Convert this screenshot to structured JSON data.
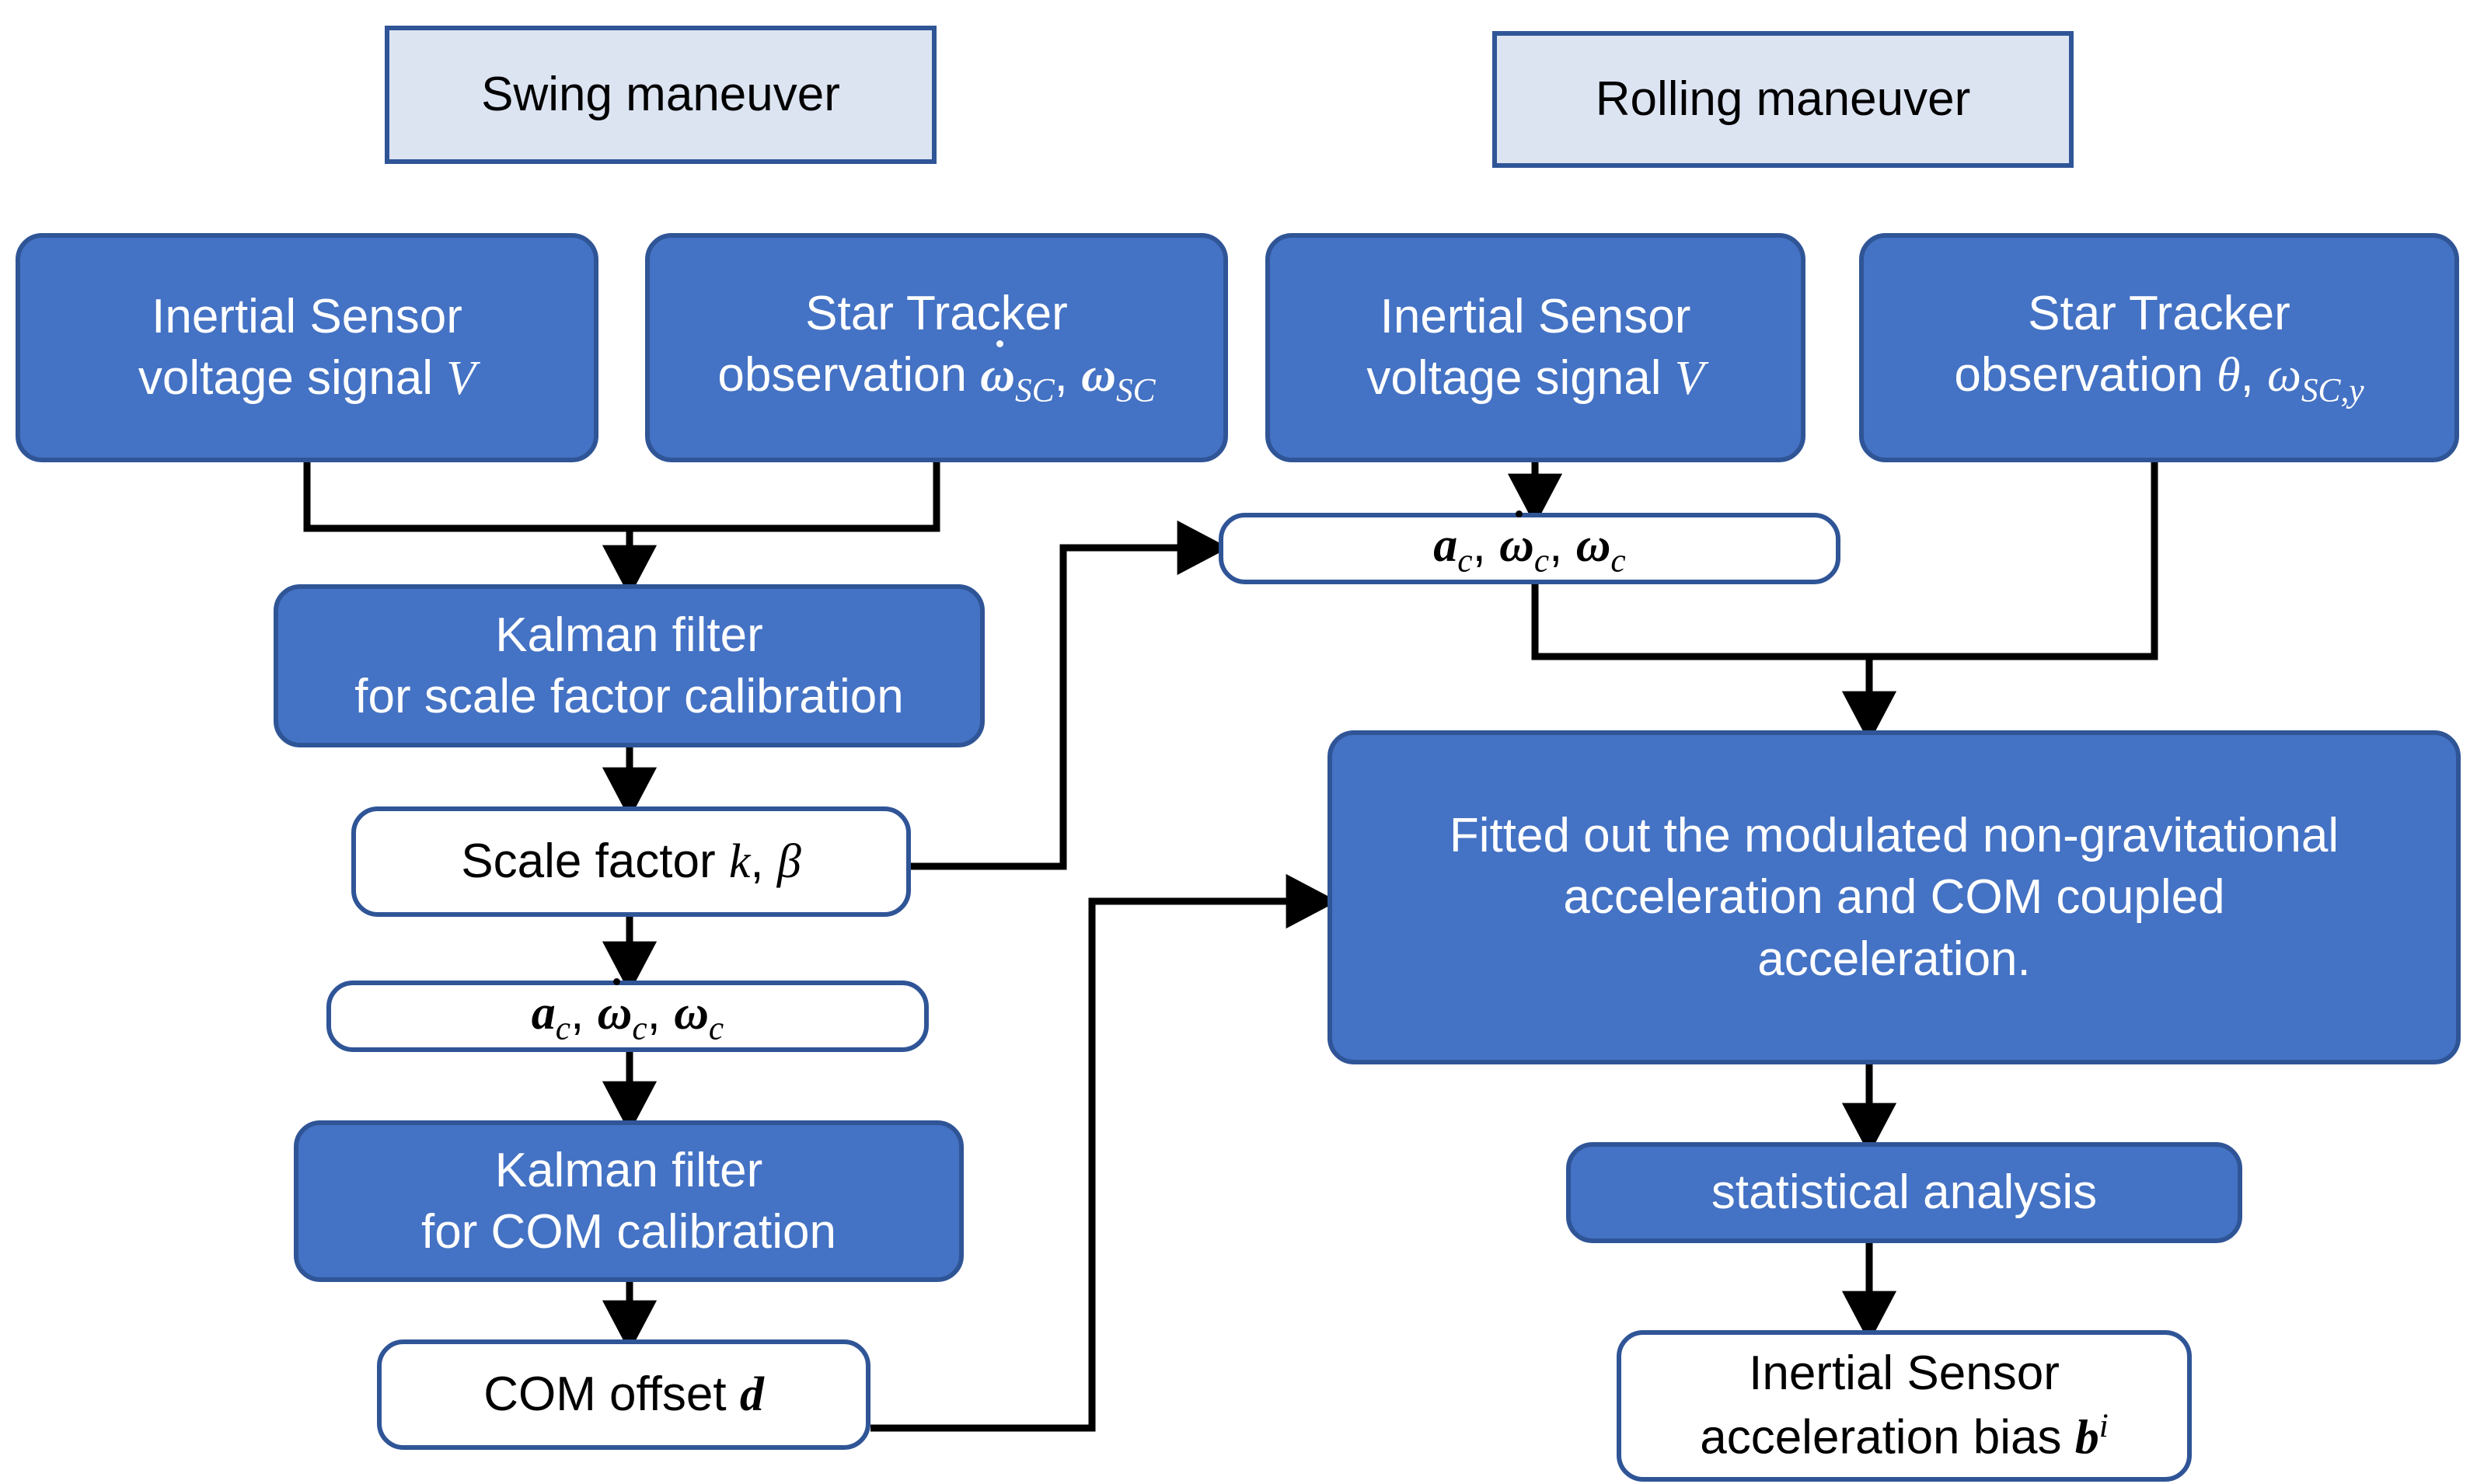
{
  "diagram": {
    "title": "Inertial sensor calibration flowchart",
    "colors": {
      "process_fill": "#4472C4",
      "header_fill": "#DCE4F2",
      "border": "#2F5597",
      "data_fill": "#FFFFFF",
      "arrow": "#000000",
      "process_text": "#FFFFFF",
      "data_text": "#000000"
    },
    "columns": [
      {
        "id": "swing",
        "header": "Swing maneuver"
      },
      {
        "id": "rolling",
        "header": "Rolling maneuver"
      }
    ],
    "nodes": {
      "swing_header": {
        "label": "Swing maneuver",
        "kind": "header"
      },
      "rolling_header": {
        "label": "Rolling maneuver",
        "kind": "header"
      },
      "swing_inertial_sensor": {
        "line1": "Inertial Sensor",
        "line2_pre": "voltage signal ",
        "line2_sym": "V",
        "kind": "process"
      },
      "swing_star_tracker": {
        "line1": "Star Tracker",
        "line2_pre": "observation ",
        "sym1": "ω",
        "sym1_sub": "SC",
        "sym2": "ω",
        "sym2_sub": "SC",
        "kind": "process"
      },
      "rolling_inertial_sensor": {
        "line1": "Inertial Sensor",
        "line2_pre": "voltage signal ",
        "line2_sym": "V",
        "kind": "process"
      },
      "rolling_star_tracker": {
        "line1": "Star Tracker",
        "line2_pre": "observation ",
        "sym1": "θ",
        "sym2": "ω",
        "sym2_sub": "SC,y",
        "kind": "process"
      },
      "kalman_scale": {
        "line1": "Kalman filter",
        "line2": "for scale factor calibration",
        "kind": "process"
      },
      "scale_factor": {
        "pre": "Scale factor ",
        "sym1": "k",
        "sym2": "β",
        "kind": "data"
      },
      "left_ac": {
        "sym_a": "a",
        "sym_a_sub": "c",
        "sym_wdot": "ω",
        "sym_wdot_sub": "c",
        "sym_w": "ω",
        "sym_w_sub": "c",
        "kind": "data"
      },
      "kalman_com": {
        "line1": "Kalman filter",
        "line2": "for COM calibration",
        "kind": "process"
      },
      "com_offset": {
        "pre": "COM offset ",
        "sym": "d",
        "kind": "data"
      },
      "right_ac": {
        "sym_a": "a",
        "sym_a_sub": "c",
        "sym_wdot": "ω",
        "sym_wdot_sub": "c",
        "sym_w": "ω",
        "sym_w_sub": "c",
        "kind": "data"
      },
      "fitted_out": {
        "line1": "Fitted out the modulated non-gravitational",
        "line2": "acceleration and COM coupled",
        "line3": "acceleration.",
        "kind": "process"
      },
      "statistical_analysis": {
        "label": "statistical analysis",
        "kind": "process"
      },
      "bias_result": {
        "line1": "Inertial Sensor",
        "line2_pre": "acceleration bias ",
        "sym": "b",
        "sym_sup": "i",
        "kind": "data"
      }
    },
    "edges": [
      {
        "from": "swing_inertial_sensor",
        "to": "kalman_scale",
        "style": "elbow-merge-arrow"
      },
      {
        "from": "swing_star_tracker",
        "to": "kalman_scale",
        "style": "elbow-merge-arrow"
      },
      {
        "from": "kalman_scale",
        "to": "scale_factor",
        "style": "straight-arrow"
      },
      {
        "from": "scale_factor",
        "to": "right_ac",
        "style": "elbow-right-up-arrow"
      },
      {
        "from": "scale_factor",
        "to": "left_ac",
        "style": "straight-arrow"
      },
      {
        "from": "left_ac",
        "to": "kalman_com",
        "style": "straight-arrow"
      },
      {
        "from": "kalman_com",
        "to": "com_offset",
        "style": "straight-arrow"
      },
      {
        "from": "com_offset",
        "to": "fitted_out",
        "style": "elbow-right-up-arrow"
      },
      {
        "from": "rolling_inertial_sensor",
        "to": "right_ac",
        "style": "straight-arrow"
      },
      {
        "from": "right_ac",
        "to": "fitted_out",
        "style": "elbow-merge-arrow"
      },
      {
        "from": "rolling_star_tracker",
        "to": "fitted_out",
        "style": "elbow-merge-arrow"
      },
      {
        "from": "fitted_out",
        "to": "statistical_analysis",
        "style": "straight-arrow"
      },
      {
        "from": "statistical_analysis",
        "to": "bias_result",
        "style": "straight-arrow"
      }
    ]
  }
}
